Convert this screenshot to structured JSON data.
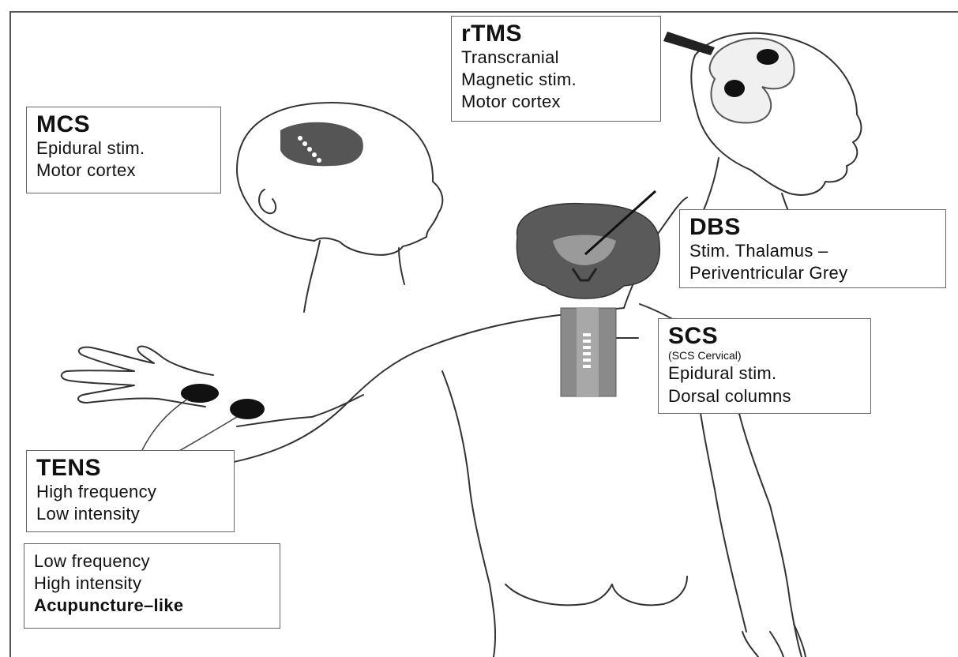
{
  "labels": {
    "rtms": {
      "title": "rTMS",
      "lines": [
        "Transcranial",
        "Magnetic stim.",
        "Motor cortex"
      ]
    },
    "mcs": {
      "title": "MCS",
      "lines": [
        "Epidural stim.",
        "Motor cortex"
      ]
    },
    "dbs": {
      "title": "DBS",
      "lines": [
        "Stim. Thalamus –",
        "Periventricular Grey"
      ]
    },
    "scs": {
      "title": "SCS",
      "subtitle": "(SCS Cervical)",
      "lines": [
        "Epidural stim.",
        "Dorsal columns"
      ]
    },
    "tens": {
      "title": "TENS",
      "lines": [
        "High frequency",
        "Low intensity"
      ]
    },
    "acu": {
      "lines": [
        "Low frequency",
        "High intensity",
        "Acupuncture–like"
      ]
    }
  },
  "icons": [
    "rtms-coil-icon",
    "mcs-electrode-icon",
    "dbs-brain-slice-icon",
    "scs-spinal-xray-icon",
    "tens-electrode-pads-icon"
  ],
  "colors": {
    "background": "#ffffff",
    "outline": "#555555",
    "box_border": "#666666"
  }
}
